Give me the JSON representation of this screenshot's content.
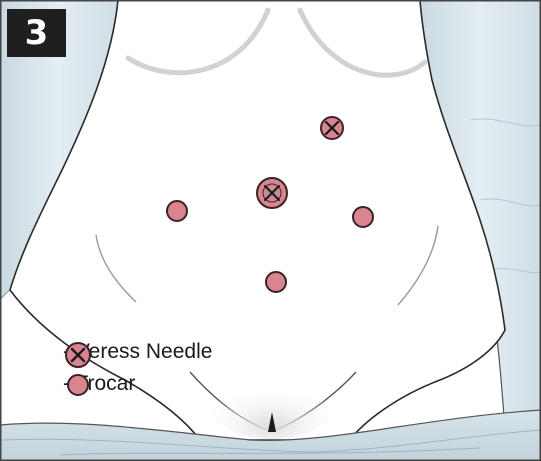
{
  "step_number": "3",
  "legend": {
    "veress_label": "- Veress Needle",
    "trocar_label": "- Trocar"
  },
  "colors": {
    "port_fill": "#d9848f",
    "port_stroke": "#3a2228",
    "drape": "#dce8ee",
    "skin": "#ffffff",
    "outline": "#2a2a2a"
  },
  "ports": [
    {
      "kind": "veress",
      "location": "left-upper-quadrant"
    },
    {
      "kind": "trocar-veress",
      "location": "umbilical"
    },
    {
      "kind": "trocar",
      "location": "right-lateral"
    },
    {
      "kind": "trocar",
      "location": "left-lateral"
    },
    {
      "kind": "trocar",
      "location": "suprapubic"
    }
  ]
}
